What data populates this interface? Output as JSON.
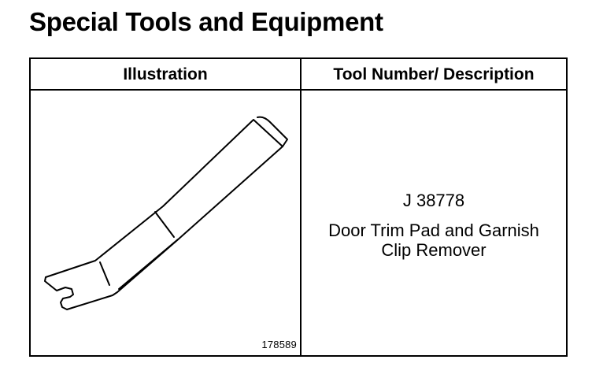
{
  "page": {
    "title": "Special Tools and Equipment"
  },
  "table": {
    "headers": {
      "illustration": "Illustration",
      "tool": "Tool Number/ Description"
    },
    "rows": [
      {
        "figure_number": "178589",
        "tool_number": "J 38778",
        "description_lines": [
          "Door Trim Pad and Garnish",
          "Clip Remover"
        ],
        "illustration_icon": "trim-pad-clip-remover-icon"
      }
    ]
  }
}
